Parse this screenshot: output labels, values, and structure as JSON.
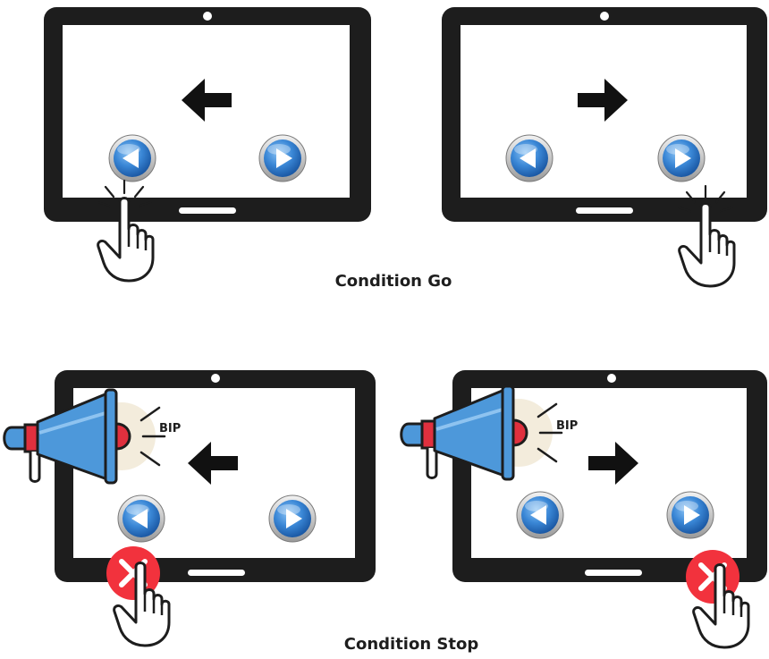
{
  "captions": {
    "go": "Condition Go",
    "stop": "Condition Stop"
  },
  "sound_label": "BIP",
  "panels": [
    {
      "group": "go",
      "stimulus": "left-arrow",
      "response": "press-left-button"
    },
    {
      "group": "go",
      "stimulus": "right-arrow",
      "response": "press-right-button"
    },
    {
      "group": "stop",
      "stimulus": "left-arrow",
      "signal": "bip-sound",
      "response": "inhibit"
    },
    {
      "group": "stop",
      "stimulus": "right-arrow",
      "signal": "bip-sound",
      "response": "inhibit"
    }
  ],
  "colors": {
    "tablet_frame": "#1d1d1d",
    "button_blue": "#3a87d6",
    "megaphone_blue": "#4d98da",
    "megaphone_red": "#e0303e",
    "stop_red": "#f2323d",
    "halo": "#f3ecdc"
  },
  "icons": [
    "left-arrow-icon",
    "right-arrow-icon",
    "left-button-icon",
    "right-button-icon",
    "tap-hand-icon",
    "megaphone-icon",
    "stop-x-icon"
  ]
}
